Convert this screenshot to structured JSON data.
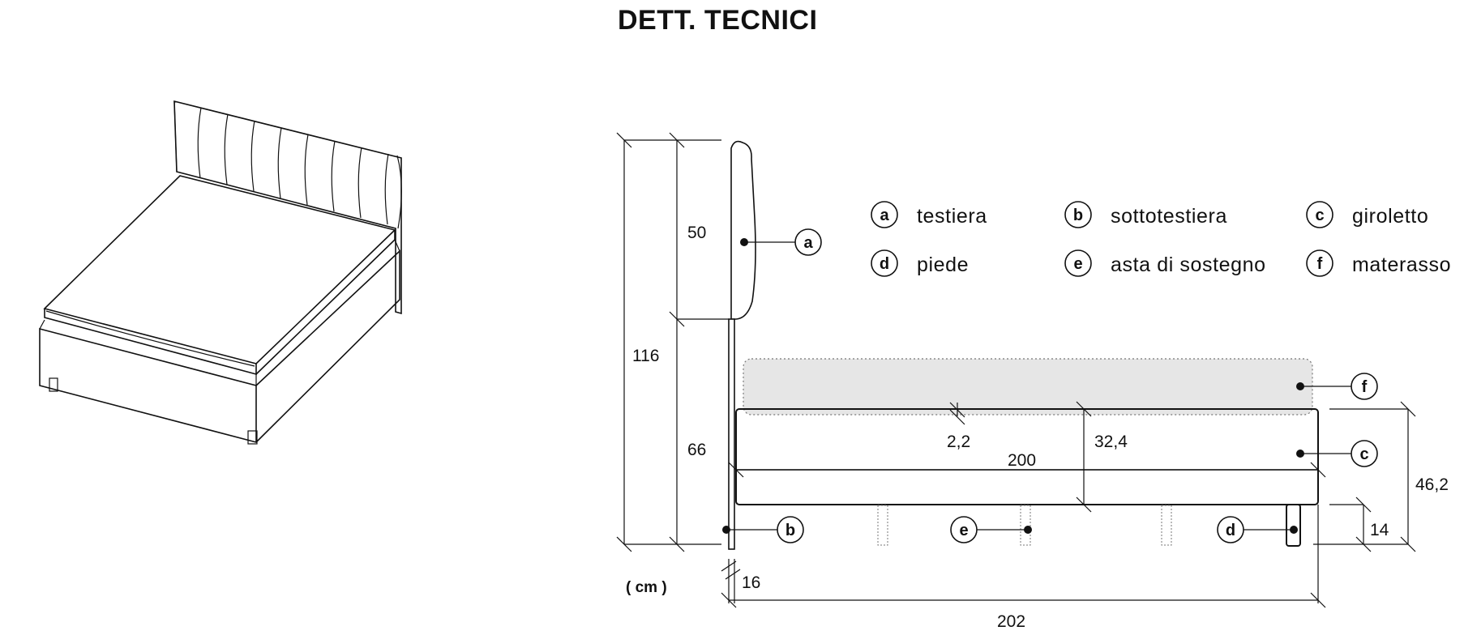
{
  "title": "DETT. TECNICI",
  "unit": "( cm )",
  "legend": [
    {
      "key": "a",
      "label": "testiera"
    },
    {
      "key": "b",
      "label": "sottotestiera"
    },
    {
      "key": "c",
      "label": "giroletto"
    },
    {
      "key": "d",
      "label": "piede"
    },
    {
      "key": "e",
      "label": "asta di sostegno"
    },
    {
      "key": "f",
      "label": "materasso"
    }
  ],
  "dimensions": {
    "total_height": "116",
    "headboard_height": "50",
    "base_height": "66",
    "mattress_gap": "2,2",
    "frame_height": "32,4",
    "inner_length": "200",
    "side_height": "46,2",
    "leg_height": "14",
    "headboard_thickness": "16",
    "total_length": "202"
  },
  "callouts": [
    "a",
    "b",
    "c",
    "d",
    "e",
    "f"
  ]
}
